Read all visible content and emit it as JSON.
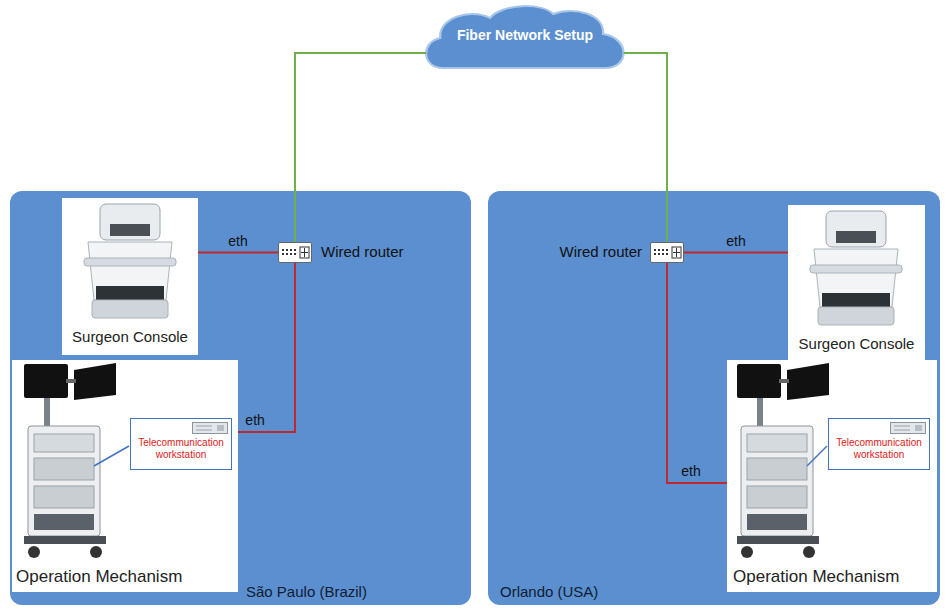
{
  "diagram": {
    "nodes": [
      {
        "text": [
          "Fiber Network Setup"
        ]
      },
      {
        "text": [
          "São Paulo (Brazil)"
        ]
      },
      {
        "text": [
          "Surgeon Console"
        ],
        "in": 1
      },
      {
        "text": [
          "Wired router"
        ],
        "in": 1
      },
      {
        "text": [
          "Operation Mechanism"
        ],
        "in": 1
      },
      {
        "text": [
          "Telecommunication workstation"
        ],
        "in": 4
      },
      {
        "text": [
          "Orlando (USA)"
        ]
      },
      {
        "text": [
          "Wired router"
        ],
        "in": 6
      },
      {
        "text": [
          "Surgeon Console"
        ],
        "in": 6
      },
      {
        "text": [
          "Operation Mechanism"
        ],
        "in": 6
      },
      {
        "text": [
          "Telecommunication workstation"
        ],
        "in": 9
      }
    ],
    "edges": [
      {
        "from": 0,
        "to": 3,
        "arrow": "none"
      },
      {
        "from": 0,
        "to": 7,
        "arrow": "none"
      },
      {
        "from": 2,
        "to": 3,
        "label": "eth",
        "arrow": "none"
      },
      {
        "from": 4,
        "to": 3,
        "label": "eth",
        "arrow": "none"
      },
      {
        "from": 7,
        "to": 8,
        "label": "eth",
        "arrow": "none"
      },
      {
        "from": 7,
        "to": 9,
        "label": "eth",
        "arrow": "none"
      }
    ]
  }
}
